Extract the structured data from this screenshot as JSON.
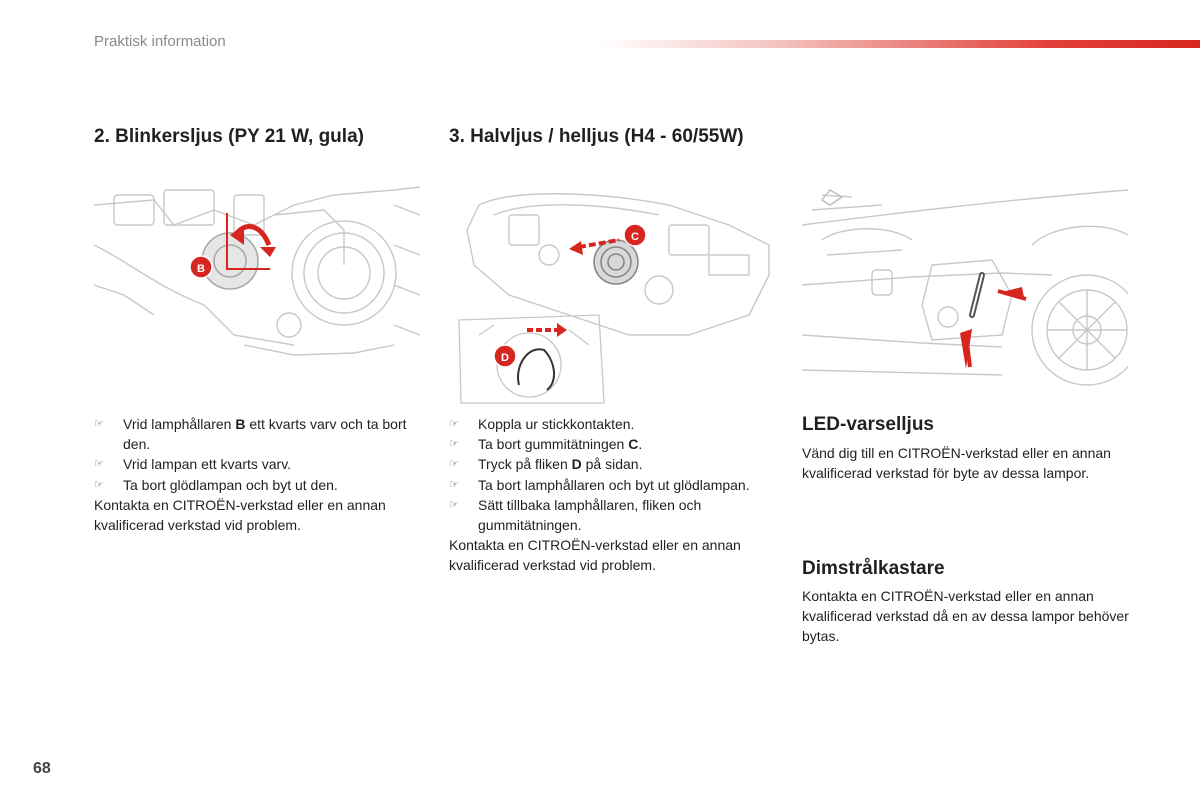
{
  "header": {
    "title": "Praktisk information"
  },
  "sections": {
    "blinker": {
      "heading": "2. Blinkersljus (PY 21 W, gula)",
      "callout": "B",
      "steps": [
        {
          "pre": "Vrid lamphållaren ",
          "bold": "B",
          "post": " ett kvarts varv och ta bort den."
        },
        {
          "pre": "Vrid lampan ett kvarts varv.",
          "bold": "",
          "post": ""
        },
        {
          "pre": "Ta bort glödlampan och byt ut den.",
          "bold": "",
          "post": ""
        }
      ],
      "note": "Kontakta en CITROËN-verkstad eller en annan kvalificerad verkstad vid problem."
    },
    "halvljus": {
      "heading": "3. Halvljus / helljus (H4 - 60/55W)",
      "callout_c": "C",
      "callout_d": "D",
      "steps": [
        {
          "pre": "Koppla ur stickkontakten.",
          "bold": "",
          "post": ""
        },
        {
          "pre": "Ta bort gummitätningen ",
          "bold": "C",
          "post": "."
        },
        {
          "pre": "Tryck på fliken ",
          "bold": "D",
          "post": " på sidan."
        },
        {
          "pre": "Ta bort lamphållaren och byt ut glödlampan.",
          "bold": "",
          "post": ""
        },
        {
          "pre": "Sätt tillbaka lamphållaren, fliken och gummitätningen.",
          "bold": "",
          "post": ""
        }
      ],
      "note": "Kontakta en CITROËN-verkstad eller en annan kvalificerad verkstad vid problem."
    },
    "led": {
      "heading": "LED-varselljus",
      "text": "Vänd dig till en CITROËN-verkstad eller en annan kvalificerad verkstad för byte av dessa lampor."
    },
    "dimstralkastare": {
      "heading": "Dimstrålkastare",
      "text": "Kontakta en CITROËN-verkstad eller en annan kvalificerad verkstad då en av dessa lampor behöver bytas."
    }
  },
  "bullet_icon": "hand-pointer-icon",
  "colors": {
    "accent": "#d7261f",
    "text": "#231f20",
    "muted": "#8a8a8a"
  },
  "footer": {
    "page_number": "68"
  }
}
